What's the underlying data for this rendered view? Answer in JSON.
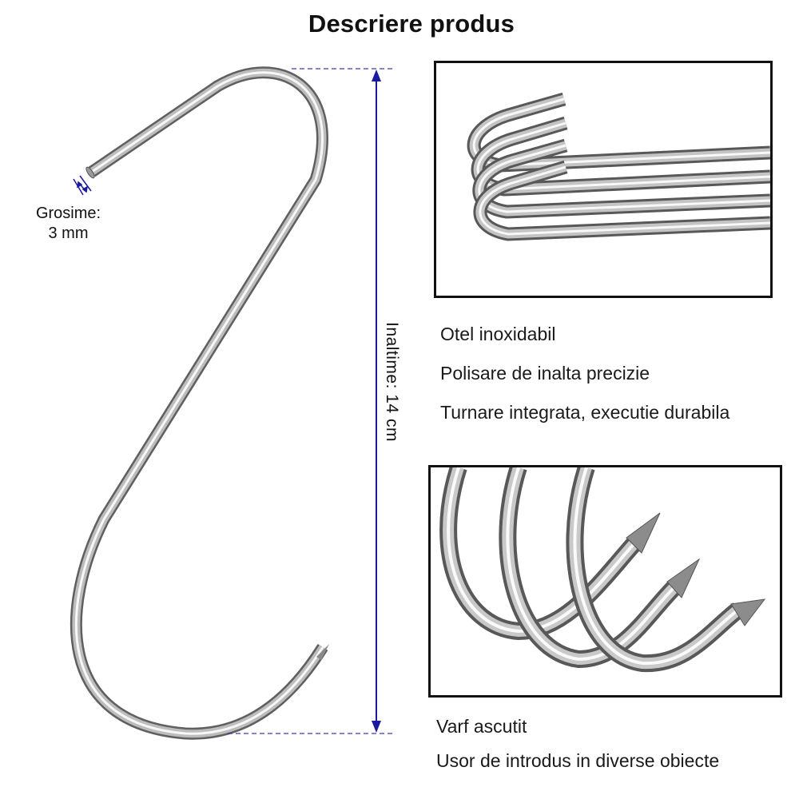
{
  "title": "Descriere produs",
  "thickness_label": {
    "line1": "Grosime:",
    "line2": "3 mm"
  },
  "height_label": "Inaltime: 14 cm",
  "features_top": [
    "Otel inoxidabil",
    "Polisare de inalta precizie",
    "Turnare integrata, executie durabila"
  ],
  "features_bottom": [
    "Varf ascutit",
    "Usor de introdus in diverse obiecte"
  ],
  "colors": {
    "text": "#111111",
    "dimension_line": "#1a1aa0",
    "steel_dark": "#7a7a7a",
    "steel_light": "#f4f4f4",
    "frame": "#111111"
  },
  "icons": [
    "s-hook-illustration",
    "height-dimension-arrow-icon",
    "thickness-marker-icon"
  ]
}
